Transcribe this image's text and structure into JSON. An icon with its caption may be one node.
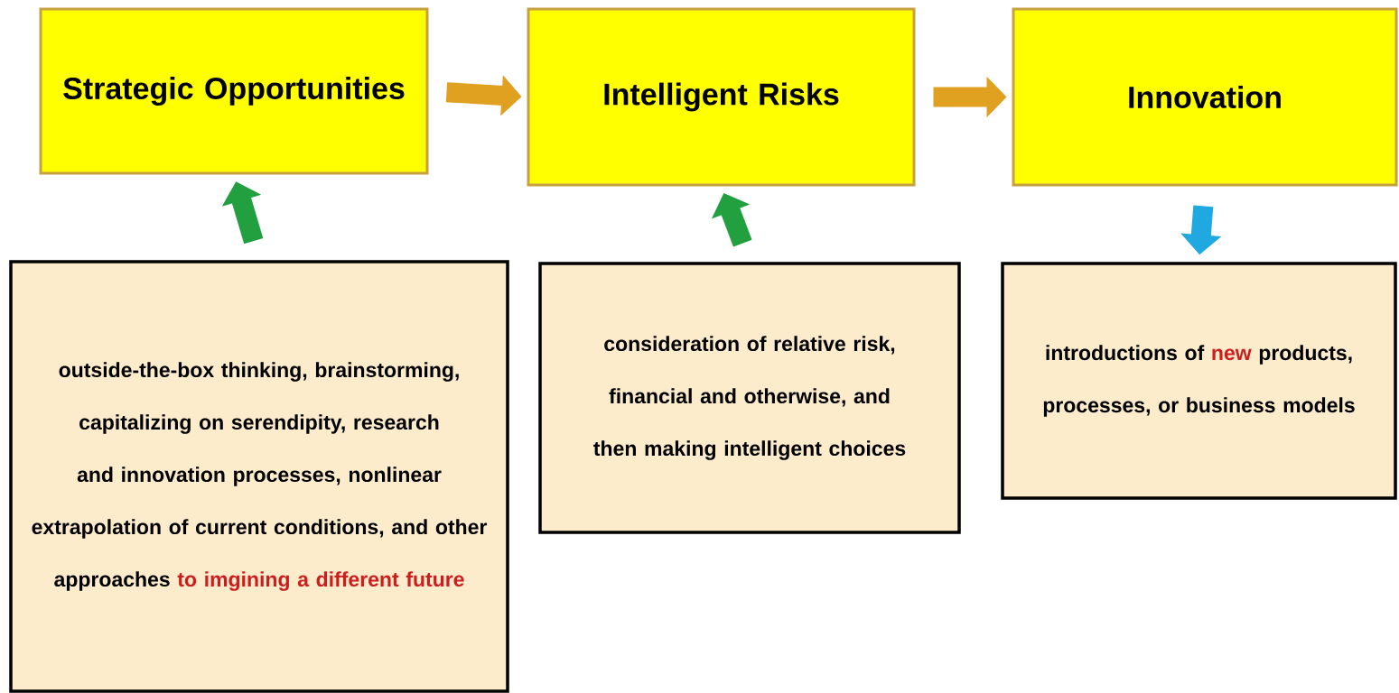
{
  "diagram": {
    "nodes": [
      {
        "text": [
          "Strategic Opportunities"
        ]
      },
      {
        "text": [
          "Intelligent  Risks"
        ]
      },
      {
        "text": [
          "Innovation"
        ]
      },
      {
        "text": [
          "outside-the-box thinking, brainstorming, capitalizing on serendipity, research and innovation processes, nonlinear extrapolation of current conditions, and other approaches",
          "to imgining a different future"
        ]
      },
      {
        "text": [
          "consideration of relative risk, financial and otherwise, and then making intelligent choices"
        ]
      },
      {
        "text": [
          "introductions of",
          "new",
          "products, processes, or business models"
        ]
      }
    ],
    "edges": [
      {
        "from": 0,
        "to": 1,
        "arrow": "to",
        "color": "#e0a020"
      },
      {
        "from": 1,
        "to": 2,
        "arrow": "to",
        "color": "#e0a020"
      },
      {
        "from": 3,
        "to": 0,
        "arrow": "to",
        "color": "#22a040"
      },
      {
        "from": 4,
        "to": 1,
        "arrow": "to",
        "color": "#22a040"
      },
      {
        "from": 2,
        "to": 5,
        "arrow": "to",
        "color": "#20a8e0"
      }
    ]
  }
}
